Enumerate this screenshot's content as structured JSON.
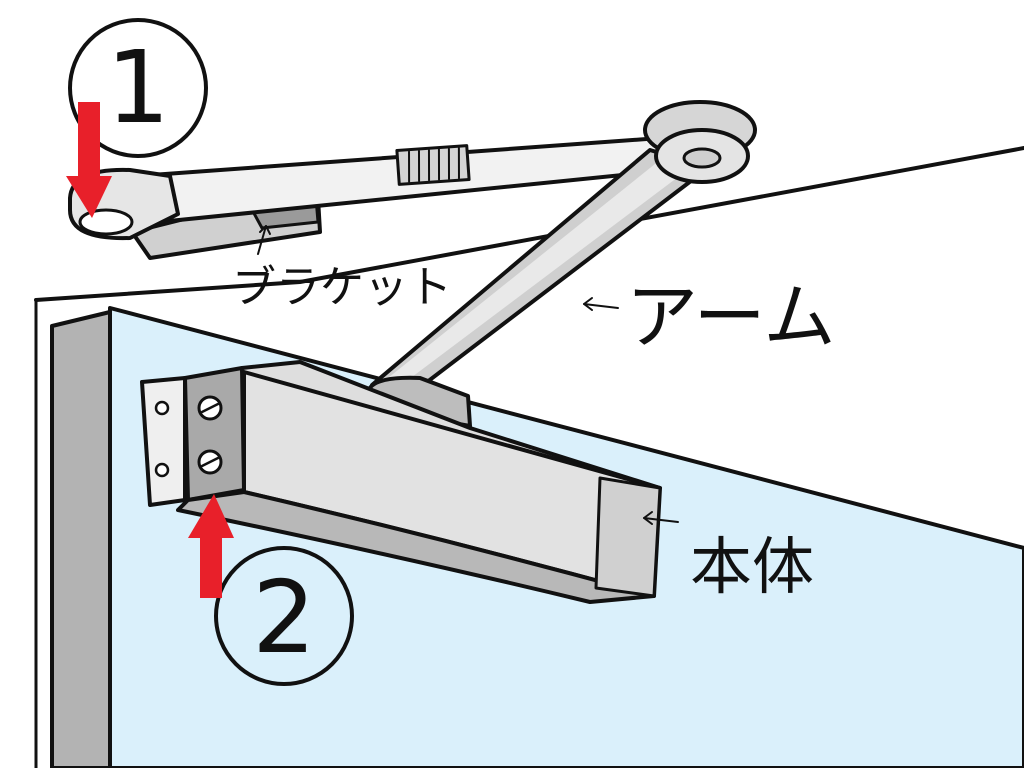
{
  "markers": {
    "step1": "1",
    "step2": "2"
  },
  "labels": {
    "bracket": "ブラケット",
    "arm": "アーム",
    "body": "本体"
  },
  "colors": {
    "door": "#daf0fb",
    "frame": "#b3b3b3",
    "metal": "#d9d9d9",
    "metal_dark": "#a8a8a8",
    "arrow_red": "#e8202a",
    "outline": "#111111"
  }
}
